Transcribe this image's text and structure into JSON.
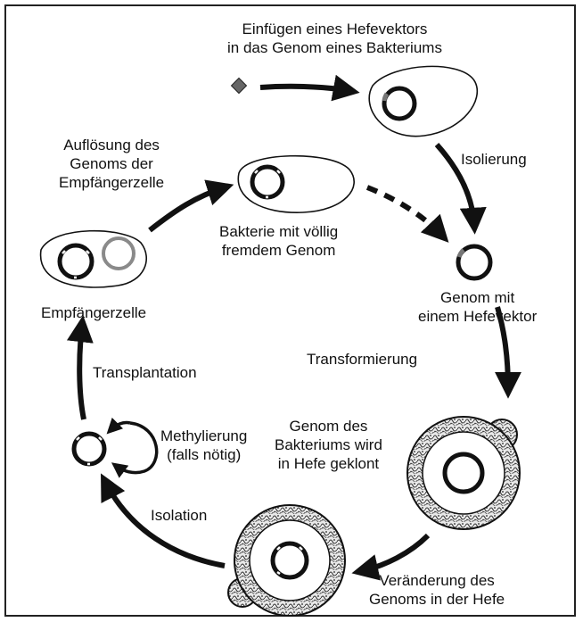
{
  "labels": {
    "insert_yeast_vector": [
      "Einfügen eines Hefevektors",
      "in das Genom eines Bakteriums"
    ],
    "isolation_top": "Isolierung",
    "genome_with_vector": [
      "Genom mit",
      "einem Hefevektor"
    ],
    "transformation": "Transformierung",
    "cloned_in_yeast": [
      "Genom des",
      "Bakteriums wird",
      "in Hefe geklont"
    ],
    "modification_in_yeast": [
      "Veränderung des",
      "Genoms in der Hefe"
    ],
    "isolation_bottom": "Isolation",
    "methylation": [
      "Methylierung",
      "(falls nötig)"
    ],
    "transplantation": "Transplantation",
    "recipient_cell": "Empfängerzelle",
    "dissolve_genome": [
      "Auflösung des",
      "Genoms der",
      "Empfängerzelle"
    ],
    "foreign_genome_bacterium": [
      "Bakterie mit völlig",
      "fremdem Genom"
    ]
  },
  "colors": {
    "ink": "#111111",
    "fragment": "#666666",
    "recipient_genome": "#8a8a8a",
    "yeast_texture": "#333333"
  }
}
